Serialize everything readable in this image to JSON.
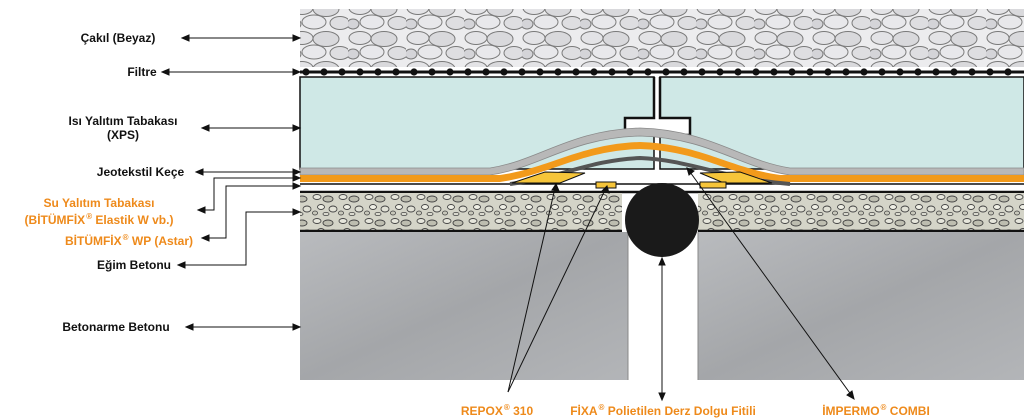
{
  "colors": {
    "gravel_fill": "#e8e8ea",
    "gravel_stroke": "#7a7a7a",
    "insulation": "#cfe8e6",
    "felt": "#b8b8b8",
    "waterproofing": "#f29a1b",
    "primer": "#f6c53a",
    "screed": "#cfcfc4",
    "concrete": "#a9abae",
    "label_orange": "#ee8a1b"
  },
  "labels": {
    "gravel": "Çakıl (Beyaz)",
    "filter": "Filtre",
    "insulation_line1": "Isı Yalıtım Tabakası",
    "insulation_line2": "(XPS)",
    "felt": "Jeotekstil Keçe",
    "waterproof_line1": "Su Yalıtım Tabakası",
    "waterproof_line2_a": "(BİTÜMFİX",
    "waterproof_line2_b": " Elastik W vb.)",
    "primer_a": "BİTÜMFİX",
    "primer_b": " WP (Astar)",
    "screed": "Eğim Betonu",
    "concrete": "Betonarme Betonu",
    "repox_a": "REPOX",
    "repox_b": " 310",
    "fixa_a": "FİXA",
    "fixa_b": " Polietilen Derz Dolgu Fitili",
    "impermo_a": "İMPERMO",
    "impermo_b": " COMBI",
    "registered": "®"
  }
}
